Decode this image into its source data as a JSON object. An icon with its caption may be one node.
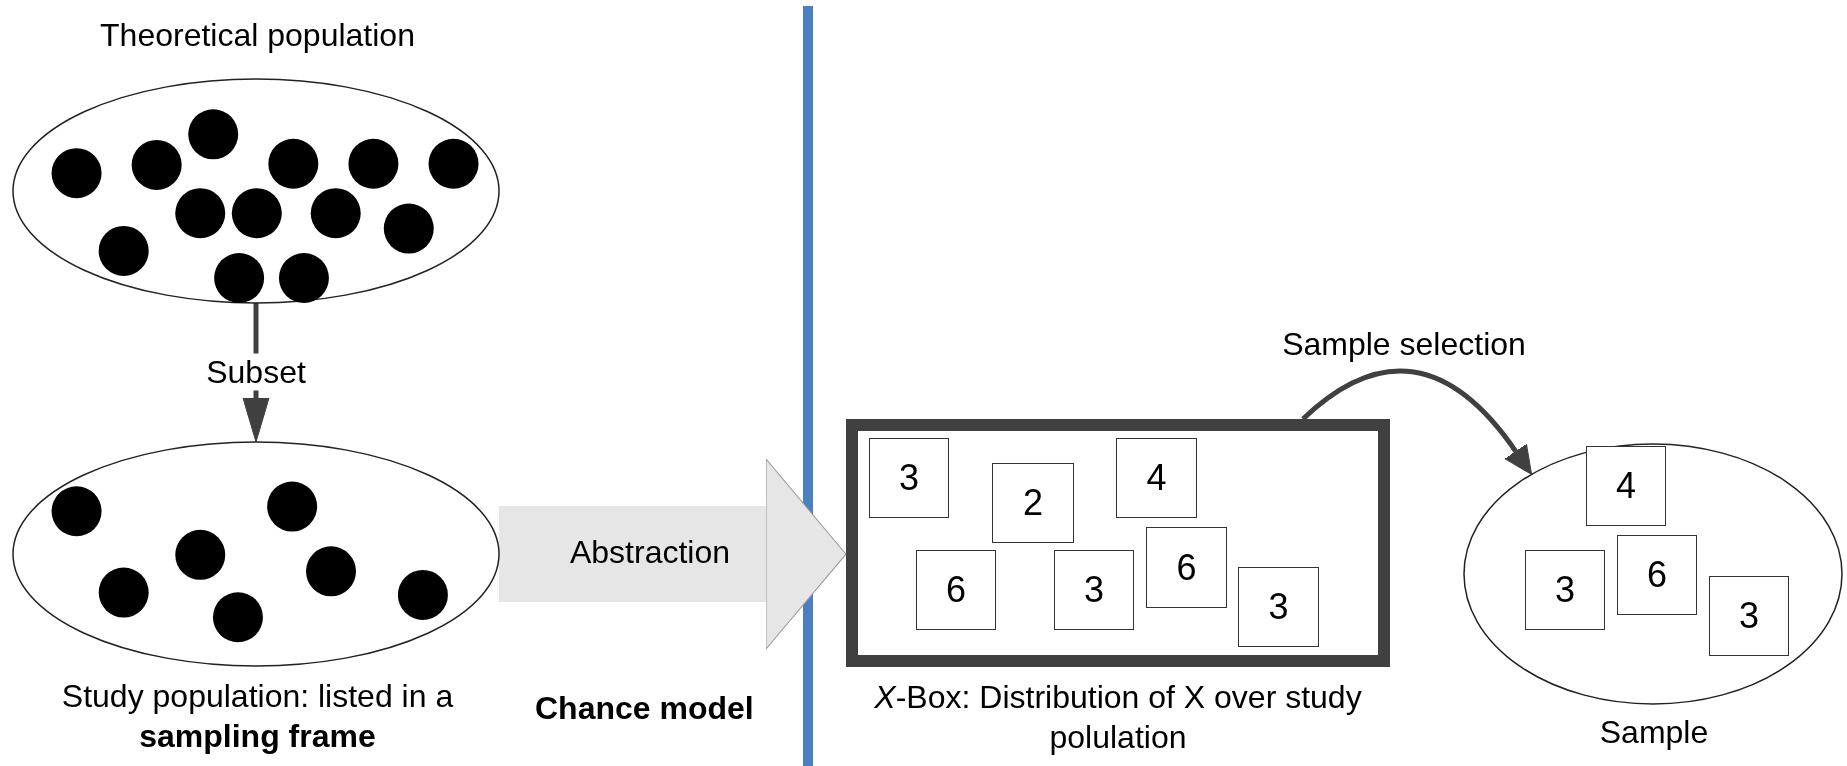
{
  "diagram": {
    "nodes": [
      {
        "text": [
          "Theoretical population"
        ]
      },
      {
        "text": [
          "Study population: listed in a **sampling frame**"
        ]
      },
      {
        "text": [
          "*X*-Box: Distribution of X over study polulation"
        ]
      },
      {
        "text": [
          "3"
        ],
        "in": 2
      },
      {
        "text": [
          "2"
        ],
        "in": 2
      },
      {
        "text": [
          "4"
        ],
        "in": 2
      },
      {
        "text": [
          "6"
        ],
        "in": 2
      },
      {
        "text": [
          "3"
        ],
        "in": 2
      },
      {
        "text": [
          "6"
        ],
        "in": 2
      },
      {
        "text": [
          "3"
        ],
        "in": 2
      },
      {
        "text": [
          "Sample"
        ]
      },
      {
        "text": [
          "4"
        ],
        "in": 10
      },
      {
        "text": [
          "3"
        ],
        "in": 10
      },
      {
        "text": [
          "6"
        ],
        "in": 10
      },
      {
        "text": [
          "3"
        ],
        "in": 10
      }
    ],
    "edges": [
      {
        "from": 0,
        "to": 1,
        "arrow": "to",
        "label": "Subset"
      },
      {
        "from": 1,
        "to": 2,
        "arrow": "to",
        "label": "Abstraction",
        "style": "thick",
        "color": "#e6e6e6"
      },
      {
        "from": 2,
        "to": 10,
        "arrow": "to",
        "label": "Sample selection"
      }
    ],
    "labels": [
      "Chance model"
    ]
  }
}
